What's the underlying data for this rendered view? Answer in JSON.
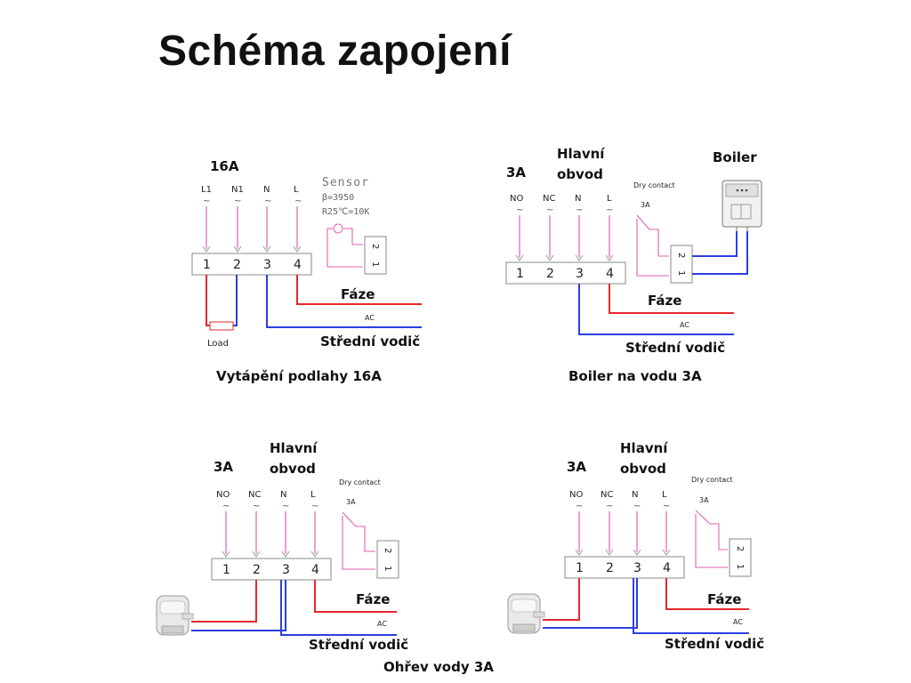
{
  "title": "Schéma zapojení",
  "colors": {
    "phase": "#e8262b",
    "neutral": "#2b3fe0",
    "pink": "#e35fb4",
    "box": "#8a8a8a"
  },
  "diagrams": [
    {
      "caption": "Vytápění podlahy 16A",
      "rating": "16A",
      "terminals": [
        "L1",
        "N1",
        "N",
        "L"
      ],
      "numbers": [
        "1",
        "2",
        "3",
        "4"
      ],
      "tilde": "~",
      "sensor": {
        "title": "Sensor",
        "beta": "β=3950",
        "r25": "R25℃=10K",
        "pins": [
          "2",
          "1"
        ]
      },
      "load": "Load",
      "phase": "Fáze",
      "ac": "AC",
      "neutral": "Střední vodič"
    },
    {
      "caption": "Boiler na vodu 3A",
      "rating": "3A",
      "main_circuit": [
        "Hlavní",
        "obvod"
      ],
      "terminals": [
        "NO",
        "NC",
        "N",
        "L"
      ],
      "numbers": [
        "1",
        "2",
        "3",
        "4"
      ],
      "tilde": "~",
      "dry_contact": "Dry contact",
      "dry_rating": "3A",
      "pins": [
        "2",
        "1"
      ],
      "boiler": "Boiler",
      "phase": "Fáze",
      "ac": "AC",
      "neutral": "Střední vodič"
    },
    {
      "rating": "3A",
      "main_circuit": [
        "Hlavní",
        "obvod"
      ],
      "terminals": [
        "NO",
        "NC",
        "N",
        "L"
      ],
      "numbers": [
        "1",
        "2",
        "3",
        "4"
      ],
      "tilde": "~",
      "dry_contact": "Dry contact",
      "dry_rating": "3A",
      "pins": [
        "2",
        "1"
      ],
      "phase": "Fáze",
      "ac": "AC",
      "neutral": "Střední vodič"
    },
    {
      "rating": "3A",
      "main_circuit": [
        "Hlavní",
        "obvod"
      ],
      "terminals": [
        "NO",
        "NC",
        "N",
        "L"
      ],
      "numbers": [
        "1",
        "2",
        "3",
        "4"
      ],
      "tilde": "~",
      "dry_contact": "Dry contact",
      "dry_rating": "3A",
      "pins": [
        "2",
        "1"
      ],
      "phase": "Fáze",
      "ac": "AC",
      "neutral": "Střední vodič"
    }
  ],
  "bottom_caption": "Ohřev vody 3A"
}
